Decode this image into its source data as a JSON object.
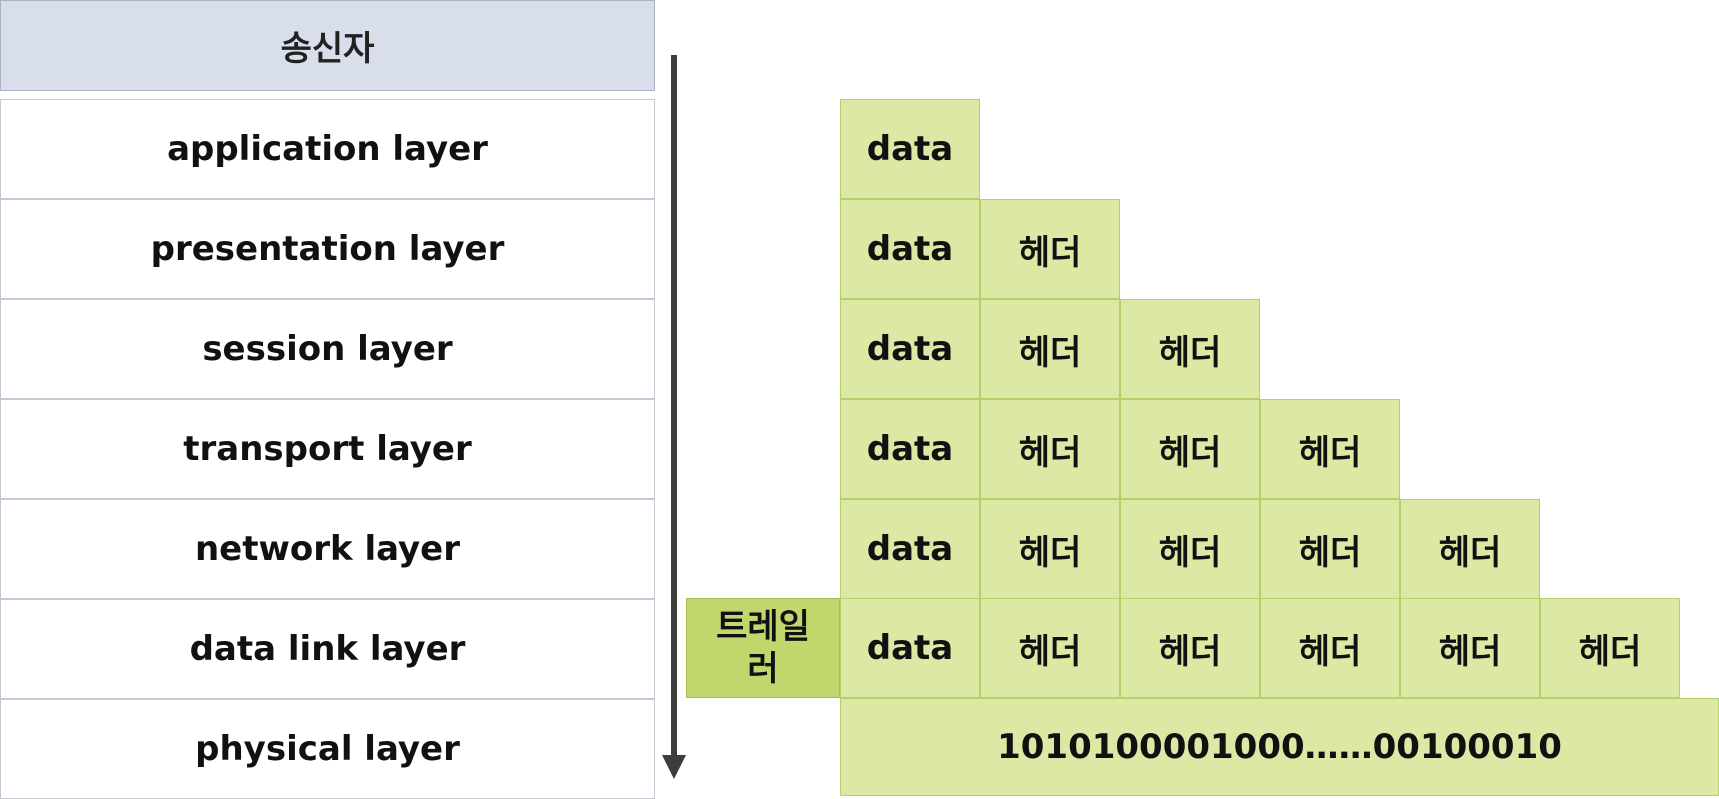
{
  "sender_label": "송신자",
  "layers": [
    "application layer",
    "presentation layer",
    "session layer",
    "transport layer",
    "network layer",
    "data link layer",
    "physical layer"
  ],
  "data_label": "data",
  "header_label": "헤더",
  "trailer_label": "트레일러",
  "bits": "1010100001000……00100010",
  "colors": {
    "sender_header_bg": "#d9dfea",
    "cell_green": "#dce9a5",
    "trailer_green": "#c1d66b",
    "arrow": "#3d3d3d"
  }
}
